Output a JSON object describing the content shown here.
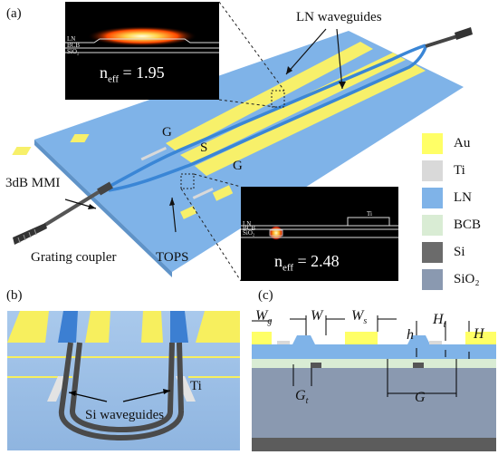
{
  "panel_labels": {
    "a": "(a)",
    "b": "(b)",
    "c": "(c)"
  },
  "panel_a": {
    "lnwg_label": "LN waveguides",
    "electrodes": {
      "g1": "G",
      "s": "S",
      "g2": "G"
    },
    "mmi_label": "3dB MMI",
    "grating_label": "Grating coupler",
    "tops_label": "TOPS",
    "inset1": {
      "layers": [
        "LN",
        "BCB",
        "SiO₂"
      ],
      "neff_prefix": "n",
      "neff_sub": "eff",
      "neff_value": "= 1.95"
    },
    "inset2": {
      "layers": [
        "LN",
        "BCB",
        "SiO₂"
      ],
      "ti": "Ti",
      "neff_prefix": "n",
      "neff_sub": "eff",
      "neff_value": "= 2.48"
    }
  },
  "legend": [
    {
      "label": "Au",
      "color": "#ffff66"
    },
    {
      "label": "Ti",
      "color": "#d9d9d9"
    },
    {
      "label": "LN",
      "color": "#7fb3e8"
    },
    {
      "label": "BCB",
      "color": "#d9ecd4"
    },
    {
      "label": "Si",
      "color": "#6b6b6b"
    },
    {
      "label": "SiO₂",
      "color": "#8a99b0"
    }
  ],
  "panel_b": {
    "ti_label": "Ti",
    "si_label": "Si waveguides"
  },
  "panel_c": {
    "wg": "W",
    "wg_sub": "g",
    "w": "W",
    "ws": "W",
    "ws_sub": "s",
    "h": "h",
    "ht": "H",
    "ht_sub": "t",
    "H": "H",
    "gt": "G",
    "gt_sub": "t",
    "G": "G"
  }
}
